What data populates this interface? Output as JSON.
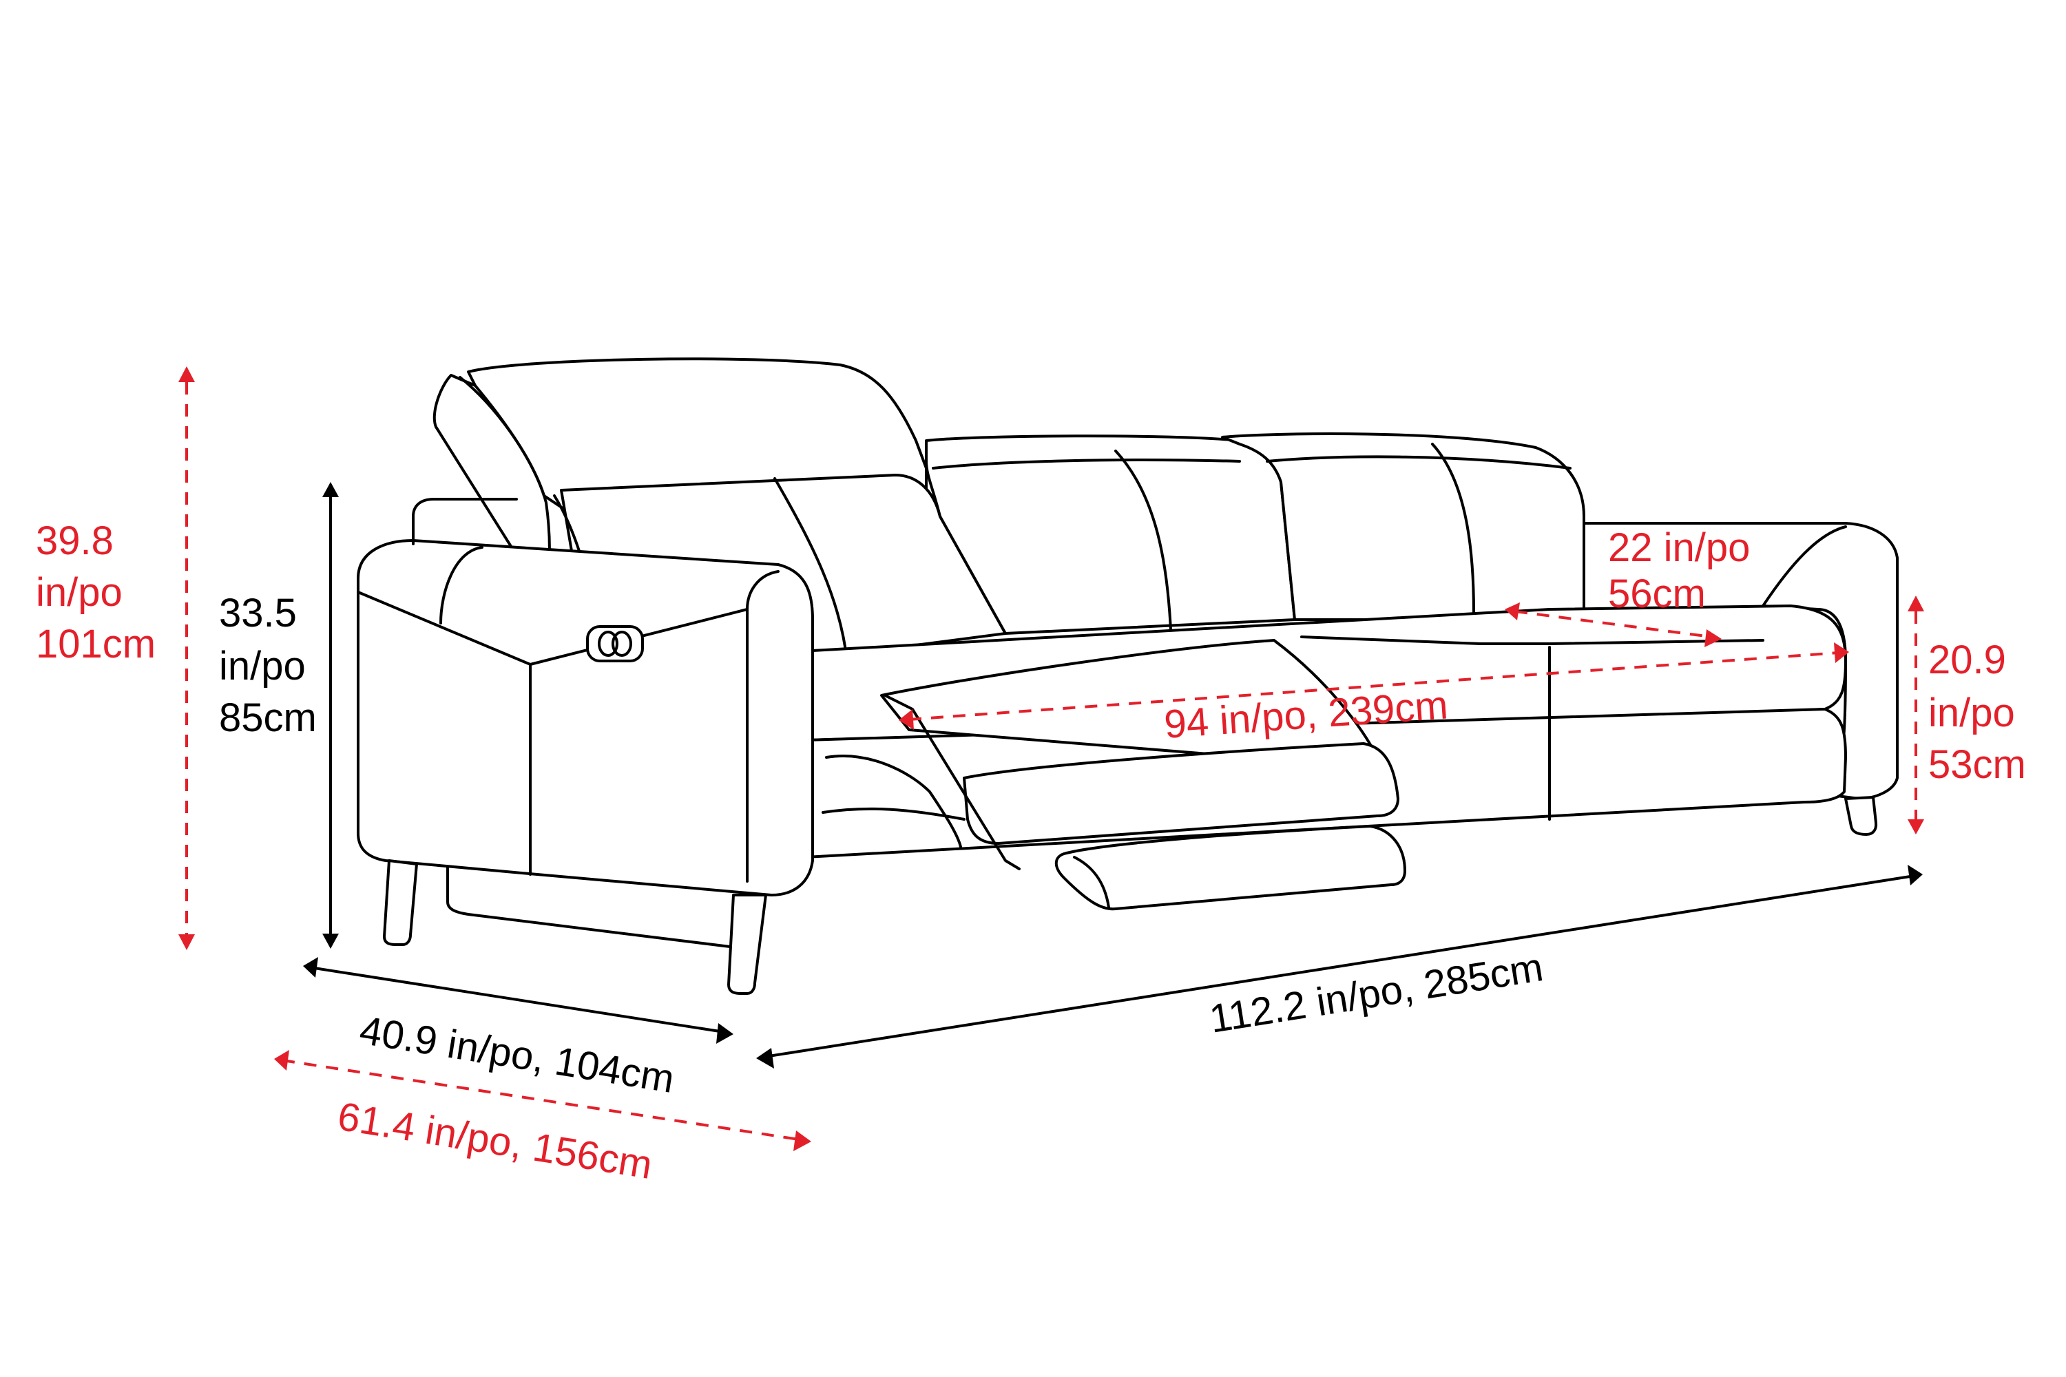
{
  "diagram": {
    "subject": "3-seat power reclining sofa with tilting headrests",
    "colors": {
      "outline": "#000000",
      "primary_dimension": "#000000",
      "extended_dimension": "#e3202a",
      "background": "#ffffff"
    },
    "dimensions": {
      "height_max": {
        "line1": "39.8",
        "line2": "in/po",
        "line3": "101cm",
        "color": "red",
        "style": "dashed",
        "note": "height with headrest raised"
      },
      "height": {
        "line1": "33.5",
        "line2": "in/po",
        "line3": "85cm",
        "color": "black",
        "style": "solid"
      },
      "depth": {
        "text": "40.9 in/po, 104cm",
        "color": "black",
        "style": "solid"
      },
      "depth_reclined": {
        "text": "61.4 in/po, 156cm",
        "color": "red",
        "style": "dashed"
      },
      "width": {
        "text": "112.2 in/po, 285cm",
        "color": "black",
        "style": "solid"
      },
      "seat_width": {
        "text": "94 in/po, 239cm",
        "color": "red",
        "style": "dashed"
      },
      "seat_depth": {
        "line1": "22 in/po",
        "line2": "56cm",
        "color": "red",
        "style": "dashed"
      },
      "seat_height": {
        "line1": "20.9",
        "line2": "in/po",
        "line3": "53cm",
        "color": "red",
        "style": "dashed"
      }
    },
    "icons": {
      "control_button": "power-recline-button-icon"
    }
  }
}
